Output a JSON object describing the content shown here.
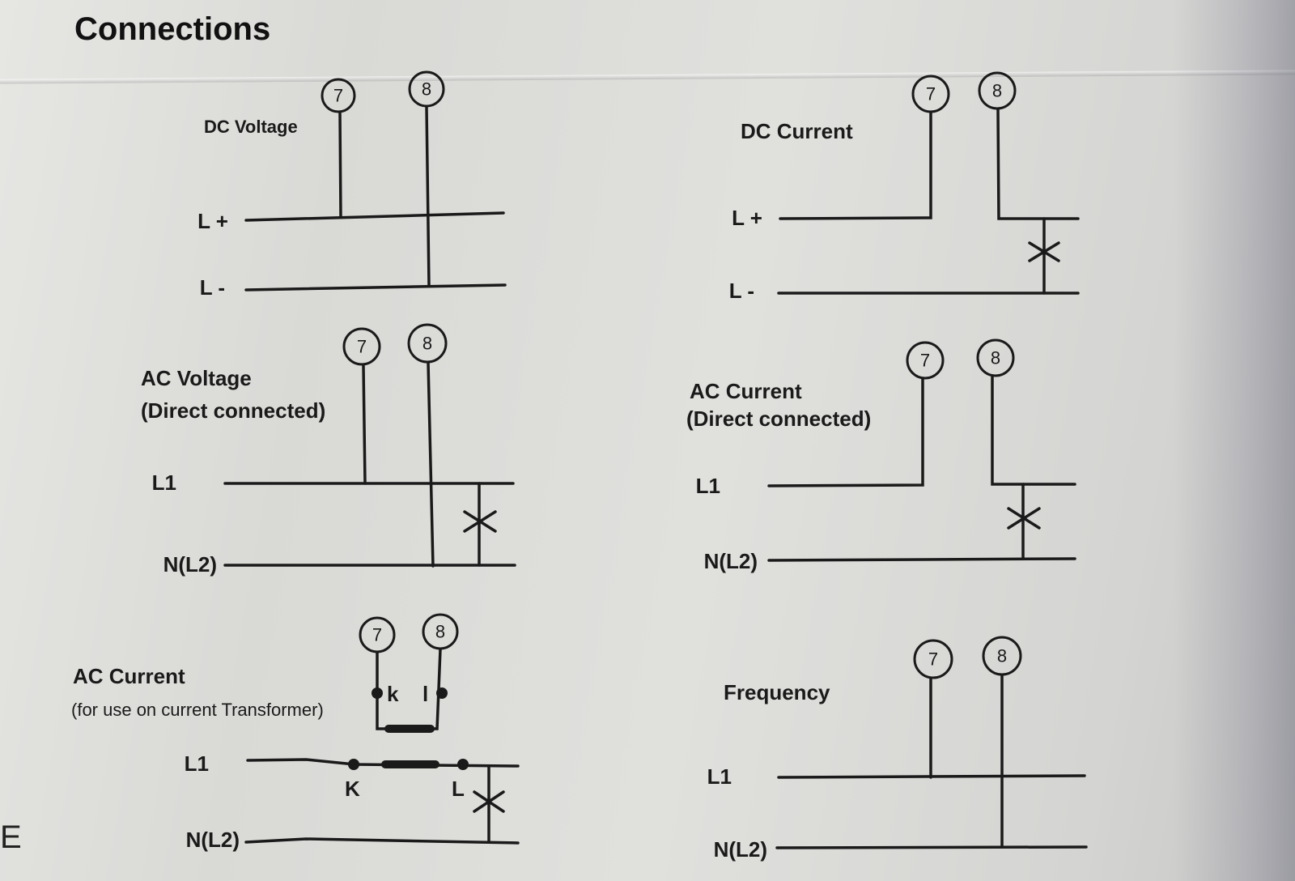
{
  "title": "Connections",
  "edge_char": "E",
  "dc_voltage": {
    "label": "DC Voltage",
    "terminal_a": "7",
    "terminal_b": "8",
    "line_top": "L +",
    "line_bottom": "L -"
  },
  "dc_current": {
    "label": "DC Current",
    "terminal_a": "7",
    "terminal_b": "8",
    "line_top": "L +",
    "line_bottom": "L -"
  },
  "ac_voltage": {
    "label": "AC Voltage",
    "sublabel": "(Direct connected)",
    "terminal_a": "7",
    "terminal_b": "8",
    "line_top": "L1",
    "line_bottom": "N(L2)"
  },
  "ac_current_direct": {
    "label": "AC Current",
    "sublabel": "(Direct connected)",
    "terminal_a": "7",
    "terminal_b": "8",
    "line_top": "L1",
    "line_bottom": "N(L2)"
  },
  "ac_current_ct": {
    "label": "AC Current",
    "sublabel": "(for use on current Transformer)",
    "terminal_a": "7",
    "terminal_b": "8",
    "secondary_k": "k",
    "secondary_l": "l",
    "primary_k": "K",
    "primary_l": "L",
    "line_top": "L1",
    "line_bottom": "N(L2)"
  },
  "frequency": {
    "label": "Frequency",
    "terminal_a": "7",
    "terminal_b": "8",
    "line_top": "L1",
    "line_bottom": "N(L2)"
  }
}
